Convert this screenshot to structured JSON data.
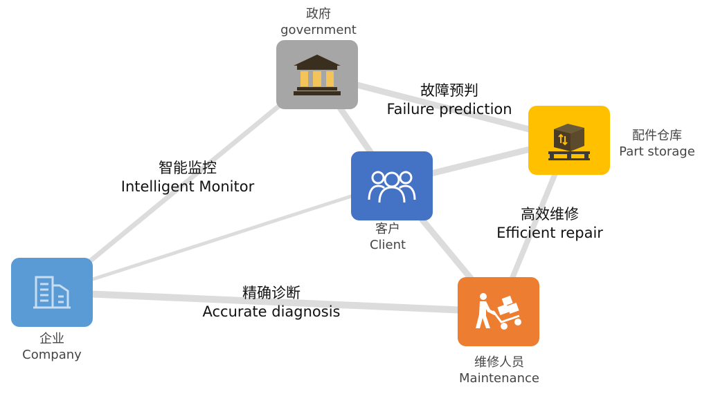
{
  "nodes": {
    "government": {
      "cn": "政府",
      "en": "government",
      "color": "#a6a6a6"
    },
    "part_storage": {
      "cn": "配件仓库",
      "en": "Part storage",
      "color": "#ffc000"
    },
    "client": {
      "cn": "客户",
      "en": "Client",
      "color": "#4472c4"
    },
    "company": {
      "cn": "企业",
      "en": "Company",
      "color": "#5b9bd5"
    },
    "maintenance": {
      "cn": "维修人员",
      "en": "Maintenance",
      "color": "#ed7d31"
    }
  },
  "links": {
    "failure_prediction": {
      "cn": "故障预判",
      "en": "Failure prediction"
    },
    "intelligent_monitor": {
      "cn": "智能监控",
      "en": "Intelligent Monitor"
    },
    "efficient_repair": {
      "cn": "高效维修",
      "en": "Efficient repair"
    },
    "accurate_diagnosis": {
      "cn": "精确诊断",
      "en": "Accurate diagnosis"
    }
  },
  "icons": {
    "government": "bank-building-icon",
    "part_storage": "box-on-pallet-icon",
    "client": "people-group-icon",
    "company": "office-building-icon",
    "maintenance": "hand-truck-worker-icon"
  },
  "link_color": "#d9d9d9"
}
